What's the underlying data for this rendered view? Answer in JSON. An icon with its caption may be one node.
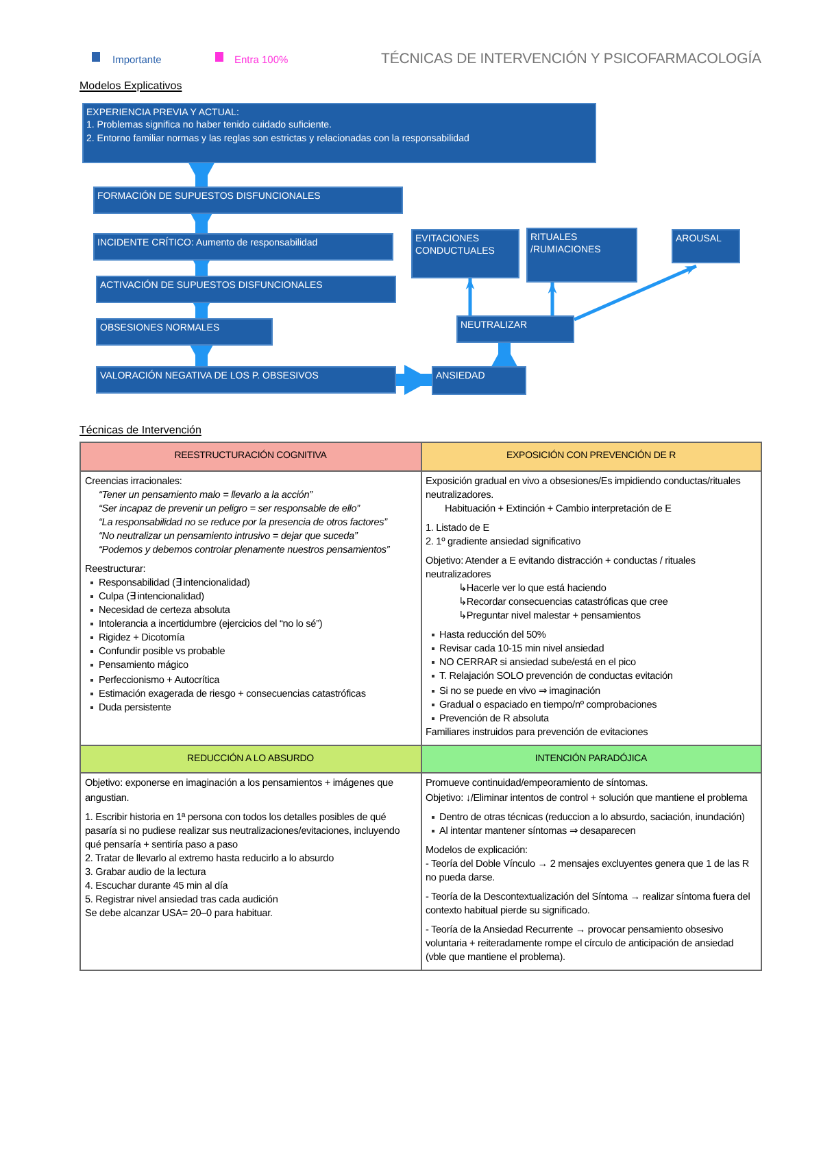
{
  "diagram": {
    "title": "TÉCNICAS DE INTERVENCIÓN Y PSICOFARMACOLOGÍA",
    "nodes": [
      {
        "text": [
          "EXPERIENCIA PREVIA Y ACTUAL:",
          "1. Problemas significa no haber tenido cuidado suficiente.",
          "2. Entorno familiar normas y las reglas son estrictas y relacionadas con la responsabilidad"
        ]
      },
      {
        "text": [
          "FORMACIÓN DE SUPUESTOS DISFUNCIONALES"
        ]
      },
      {
        "text": [
          "INCIDENTE CRÍTICO: Aumento de responsabilidad"
        ]
      },
      {
        "text": [
          "ACTIVACIÓN DE SUPUESTOS DISFUNCIONALES"
        ]
      },
      {
        "text": [
          "OBSESIONES NORMALES"
        ]
      },
      {
        "text": [
          "VALORACIÓN NEGATIVA DE LOS P. OBSESIVOS"
        ]
      },
      {
        "text": [
          "EVITACIONES CONDUCTUALES"
        ]
      },
      {
        "text": [
          "RITUALES /RUMIACIONES"
        ]
      },
      {
        "text": [
          "AROUSAL"
        ]
      },
      {
        "text": [
          "NEUTRALIZAR"
        ]
      },
      {
        "text": [
          "ANSIEDAD"
        ]
      }
    ],
    "edges": [
      {
        "from": 0,
        "to": 1,
        "arrow": "to"
      },
      {
        "from": 1,
        "to": 2,
        "arrow": "to"
      },
      {
        "from": 2,
        "to": 3,
        "arrow": "to"
      },
      {
        "from": 3,
        "to": 4,
        "arrow": "to"
      },
      {
        "from": 4,
        "to": 5,
        "arrow": "to"
      },
      {
        "from": 5,
        "to": 10,
        "arrow": "to"
      },
      {
        "from": 10,
        "to": 9,
        "arrow": "to"
      },
      {
        "from": 9,
        "to": 6,
        "arrow": "to"
      },
      {
        "from": 9,
        "to": 7,
        "arrow": "to"
      },
      {
        "from": 9,
        "to": 8,
        "arrow": "to"
      }
    ],
    "labels": [
      "Modelos Explicativos",
      "Técnicas de Intervención",
      "REESTRUCTURACIÓN COGNITIVA",
      "EXPOSICIÓN CON PREVENCIÓN DE R",
      "Creencias irracionales:",
      "“Tener un pensamiento malo = llevarlo a la acción”",
      "“Ser incapaz de prevenir un peligro = ser responsable de ello”",
      "“La responsabilidad no se reduce por la presencia de otros factores”",
      "“No neutralizar un pensamiento intrusivo = dejar que suceda”",
      "“Podemos y debemos controlar plenamente nuestros pensamientos”",
      "Reestructurar:",
      "Responsabilidad (∃ intencionalidad)",
      "Culpa (∃ intencionalidad)",
      "Necesidad de certeza absoluta",
      "Intolerancia a incertidumbre (ejercicios del “no lo sé”)",
      "Rigidez + Dicotomía",
      "Confundir posible vs probable",
      "Pensamiento mágico",
      "Perfeccionismo + Autocrítica",
      "Estimación exagerada de riesgo + consecuencias catastróficas",
      "Duda persistente",
      "Exposición gradual en vivo a obsesiones/Es impidiendo conductas/rituales neutralizadores.",
      "Habituación + Extinción + Cambio interpretación de E",
      "1. Listado de E",
      "2. 1º gradiente ansiedad significativo",
      "Objetivo: Atender a E evitando distracción + conductas / rituales neutralizadores",
      "↳Hacerle ver lo que está haciendo",
      "↳Recordar consecuencias catastróficas que cree",
      "↳Preguntar nivel malestar + pensamientos",
      "Hasta reducción del 50%",
      "Revisar cada 10-15 min nivel ansiedad",
      "NO CERRAR si ansiedad sube/está en el pico",
      "T. Relajación SOLO prevención de conductas evitación",
      "Si no se puede en vivo ⇒ imaginación",
      "Gradual o espaciado en tiempo/nº comprobaciones",
      "Prevención de R absoluta",
      "Familiares instruidos para prevención de evitaciones",
      "REDUCCIÓN A LO ABSURDO",
      "INTENCIÓN PARADÓJICA",
      "Objetivo: exponerse en imaginación a los pensamientos + imágenes que angustian.",
      "1. Escribir historia en 1ª persona con todos los detalles posibles de qué pasaría si no pudiese realizar sus neutralizaciones/evitaciones, incluyendo qué pensaría + sentiría paso a paso",
      "2. Tratar de llevarlo al extremo hasta reducirlo a lo absurdo",
      "3. Grabar audio de la lectura",
      "4. Escuchar durante 45 min al día",
      "5. Registrar nivel ansiedad tras cada audición",
      "Se debe alcanzar USA= 20–0 para habituar.",
      "Promueve continuidad/empeoramiento de síntomas.",
      "Objetivo: ↓/Eliminar intentos de control + solución que mantiene el problema",
      "Dentro de otras técnicas (reduccion a lo absurdo, saciación, inundación)",
      "Al intentar mantener síntomas ⇒ desaparecen",
      "Modelos de explicación:",
      "- Teoría del Doble Vínculo → 2 mensajes excluyentes genera que 1 de las R no pueda darse.",
      "- Teoría de la Descontextualización del Síntoma → realizar síntoma fuera del contexto habitual pierde su significado.",
      "- Teoría de la Ansiedad Recurrente → provocar pensamiento obsesivo voluntaria + reiteradamente rompe el círculo de anticipación de ansiedad (vble que mantiene el problema)."
    ],
    "legend": [
      {
        "text": "Importante",
        "color": "#2e64ad"
      },
      {
        "text": "Entra 100%",
        "color": "#ff33dd"
      }
    ]
  }
}
